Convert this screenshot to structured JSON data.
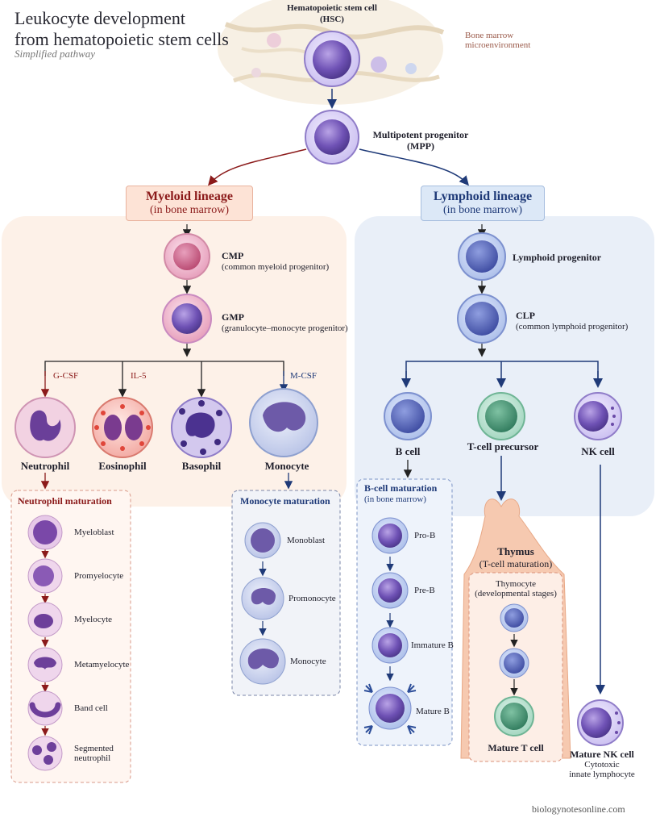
{
  "header": {
    "title_line1": "Leukocyte development",
    "title_line2": "from hematopoietic stem cells",
    "subtitle": "Simplified pathway"
  },
  "top": {
    "hsc_line1": "Hematopoietic stem cell",
    "hsc_line2": "(HSC)",
    "marrow_line1": "Bone marrow",
    "marrow_line2": "microenvironment",
    "mpp_line1": "Multipotent progenitor",
    "mpp_line2": "(MPP)"
  },
  "myeloid": {
    "title": "Myeloid lineage",
    "subtitle": "(in bone marrow)",
    "cmp": "CMP",
    "cmp_full": "(common myeloid progenitor)",
    "gmp": "GMP",
    "gmp_full": "(granulocyte–monocyte progenitor)",
    "factors": [
      "G-CSF",
      "IL-5",
      "M-CSF"
    ],
    "cells": [
      "Neutrophil",
      "Eosinophil",
      "Basophil",
      "Monocyte"
    ],
    "neutrophil_maturation": {
      "title": "Neutrophil maturation",
      "stages": [
        "Myeloblast",
        "Promyelocyte",
        "Myelocyte",
        "Metamyelocyte",
        "Band cell",
        "Segmented",
        "neutrophil"
      ]
    },
    "monocyte_maturation": {
      "title": "Monocyte maturation",
      "stages": [
        "Monoblast",
        "Promonocyte",
        "Monocyte"
      ]
    }
  },
  "lymphoid": {
    "title": "Lymphoid lineage",
    "subtitle": "(in bone marrow)",
    "progenitor": "Lymphoid progenitor",
    "clp": "CLP",
    "clp_full": "(common lymphoid progenitor)",
    "cells": [
      "B cell",
      "T-cell precursor",
      "NK cell"
    ],
    "bcell_maturation": {
      "title": "B-cell maturation",
      "subtitle": "(in bone marrow)",
      "stages": [
        "Pro-B",
        "Pre-B",
        "Immature B",
        "Mature B"
      ]
    },
    "thymus": {
      "title": "Thymus",
      "subtitle": "(T-cell maturation)",
      "box_title": "Thymocyte",
      "box_subtitle": "(developmental stages)",
      "mature": "Mature T cell"
    },
    "nk": {
      "mature": "Mature NK cell",
      "desc1": "Cytotoxic",
      "desc2": "innate lymphocyte"
    }
  },
  "footer": {
    "credit": "biologynotesonline.com"
  },
  "colors": {
    "myeloid_accent": "#8b1a1a",
    "lymphoid_accent": "#1f3a78",
    "myeloid_bg": "#fdf1e8",
    "lymphoid_bg": "#e9eff8",
    "thymus": "#f2b89b",
    "cell_purple": "#6a4aa8"
  }
}
